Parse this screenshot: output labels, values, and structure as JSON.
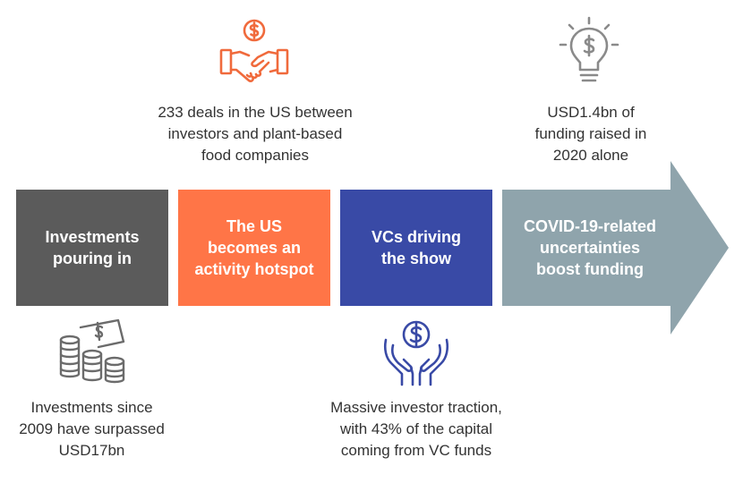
{
  "colors": {
    "stage1": "#5b5b5b",
    "stage2": "#ff7547",
    "stage3": "#394aa6",
    "stage4": "#8fa4ac",
    "icon_orange": "#f06a3c",
    "icon_blue": "#394aa6",
    "icon_gray": "#6b6b6b",
    "icon_light": "#8a8a8a"
  },
  "stages": [
    {
      "label": "Investments\npouring in",
      "caption": "Investments since\n2009 have surpassed\nUSD17bn",
      "icon": "coins-and-banknote-icon"
    },
    {
      "label": "The US\nbecomes an\nactivity hotspot",
      "caption": "233 deals in the US between\ninvestors and plant-based\nfood companies",
      "icon": "handshake-dollar-icon"
    },
    {
      "label": "VCs driving\nthe show",
      "caption": "Massive investor traction,\nwith 43% of the capital\ncoming from VC funds",
      "icon": "hands-holding-coin-icon"
    },
    {
      "label": "COVID-19-related\nuncertainties\nboost funding",
      "caption": "USD1.4bn of\nfunding raised in\n2020 alone",
      "icon": "lightbulb-dollar-icon"
    }
  ]
}
